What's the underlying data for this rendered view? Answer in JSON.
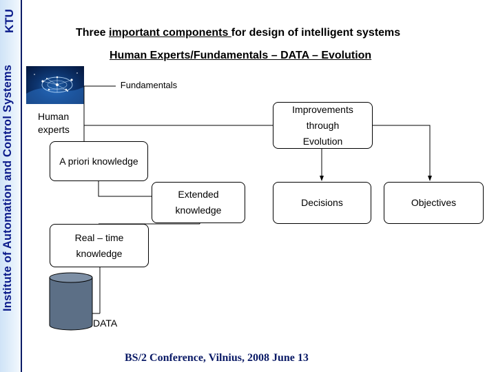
{
  "sidebar": {
    "institute": "Institute of Automation and Control Systems",
    "university": "KTU",
    "background_color": "#d6e8f8",
    "text_color": "#0a1a8a"
  },
  "header": {
    "title_parts": {
      "before": "Three ",
      "underlined": "important components ",
      "after": "for design of intelligent systems"
    },
    "subtitle": "Human Experts/Fundamentals – DATA – Evolution"
  },
  "diagram": {
    "nodes": {
      "fundamentals": "Fundamentals",
      "human_experts": "Human\nexperts",
      "improvements": "Improvements\nthrough\nEvolution",
      "a_priori": "A priori knowledge",
      "extended": "Extended\nknowledge",
      "decisions": "Decisions",
      "objectives": "Objectives",
      "real_time": "Real – time\nknowledge",
      "data": "DATA"
    },
    "icons": {
      "database": "database-cylinder-icon",
      "thumbnail": "network-brain-image"
    }
  },
  "footer": {
    "text": "BS/2 Conference, Vilnius, 2008 June 13"
  }
}
